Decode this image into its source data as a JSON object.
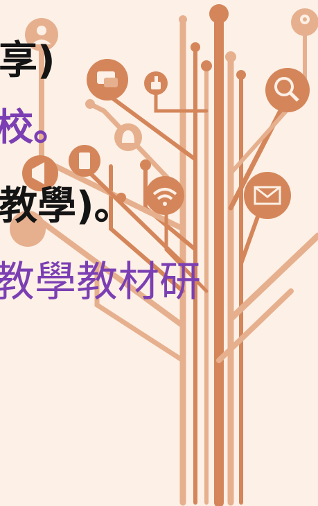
{
  "slide": {
    "lines": [
      "享)",
      "校。",
      "教學)。",
      "教學教材研"
    ]
  },
  "colors": {
    "background": "#fdf0e6",
    "text_dark": "#141414",
    "text_accent": "#7b3fb3",
    "tree_dark": "#d4865a",
    "tree_light": "#e6b08e"
  },
  "icons": [
    "user-icon",
    "chat-icon",
    "thumbs-up-icon",
    "location-icon",
    "search-icon",
    "bell-icon",
    "tablet-icon",
    "megaphone-icon",
    "wifi-icon",
    "mail-icon"
  ]
}
